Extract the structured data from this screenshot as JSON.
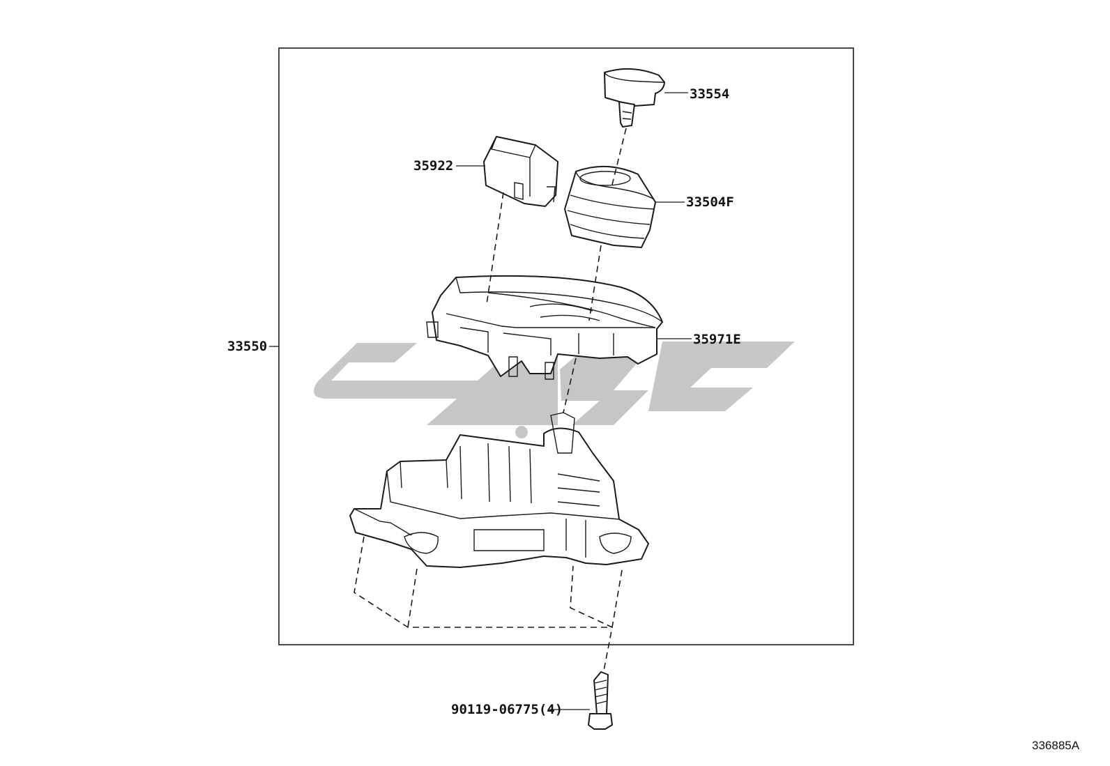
{
  "diagram": {
    "callouts": {
      "knob": "33554",
      "module": "35922",
      "boot": "33504F",
      "assembly": "33550",
      "housing_cover": "35971E",
      "screw": "90119-06775(4)"
    },
    "reference_code": "336885A",
    "colors": {
      "line": "#1a1a1a",
      "watermark": "#c4c4c4",
      "background": "#ffffff"
    }
  }
}
